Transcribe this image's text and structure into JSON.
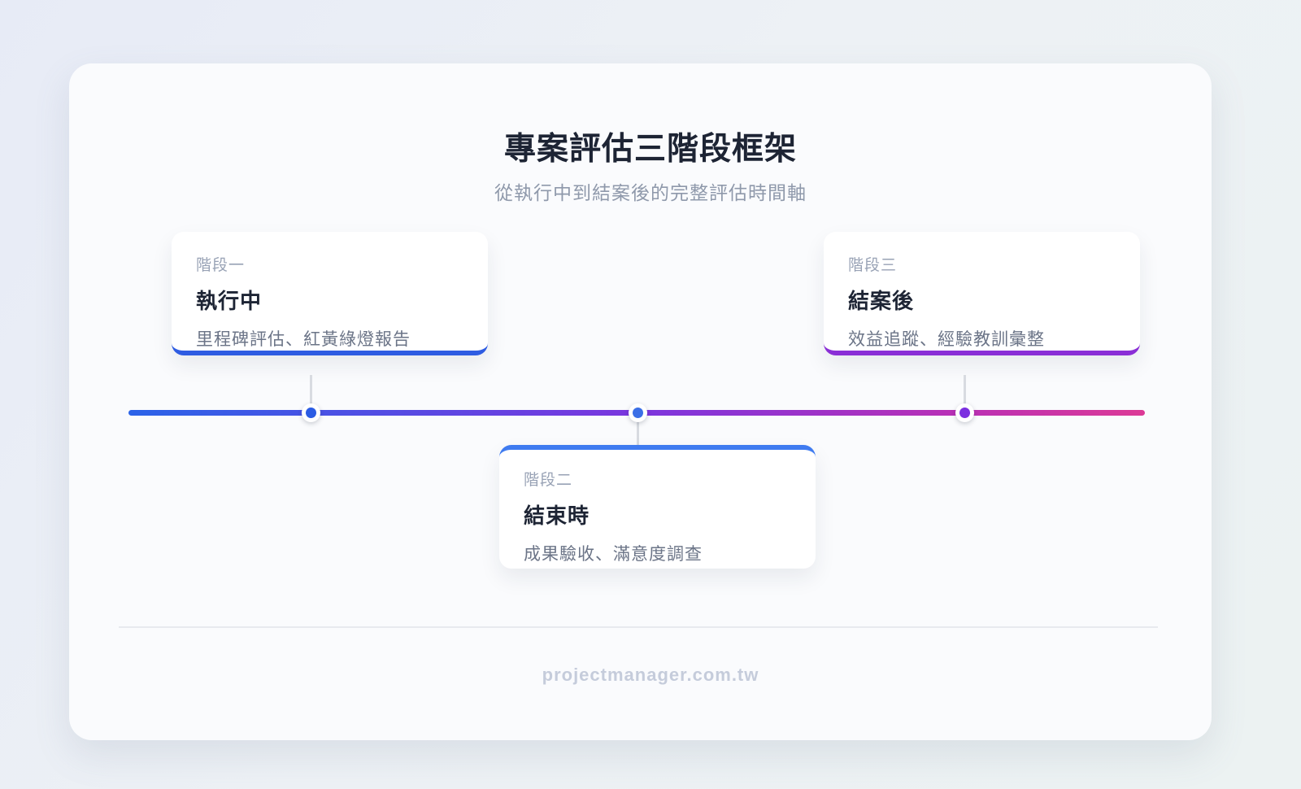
{
  "page": {
    "title": "專案評估三階段框架",
    "subtitle": "從執行中到結案後的完整評估時間軸",
    "footer": "projectmanager.com.tw"
  },
  "phases": [
    {
      "label": "階段一",
      "title": "執行中",
      "desc": "里程碑評估、紅黃綠燈報告",
      "accent": "#2e5ce2",
      "dot": "#2b5ce4"
    },
    {
      "label": "階段二",
      "title": "結束時",
      "desc": "成果驗收、滿意度調查",
      "accent": "#3f7bf0",
      "dot": "#3b6fe6"
    },
    {
      "label": "階段三",
      "title": "結案後",
      "desc": "效益追蹤、經驗教訓彙整",
      "accent": "#8a2ed6",
      "dot": "#7b2fe0"
    }
  ],
  "timeline": {
    "gradient": [
      "#2b63e8",
      "#7b36de 50%",
      "#ba30b5 82%",
      "#dc3a96"
    ]
  },
  "colors": {
    "title_text": "#1d2434",
    "muted_text": "#8f99ab",
    "panel_bg": "#fafbfd"
  }
}
